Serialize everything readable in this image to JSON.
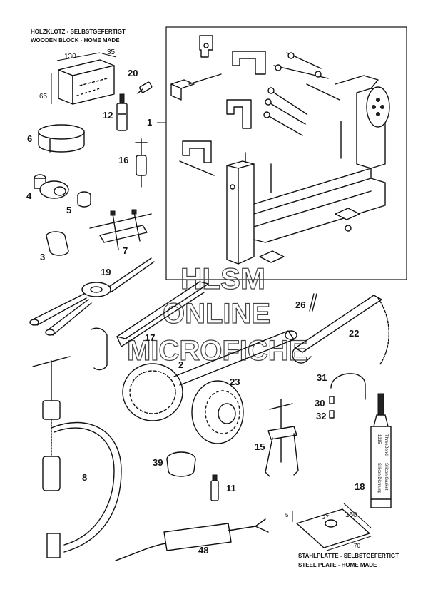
{
  "captions": {
    "wooden_block_de": "HOLZKLOTZ - SELBSTGEFERTIGT",
    "wooden_block_en": "WOODEN BLOCK - HOME MADE",
    "steel_plate_de": "STAHLPLATTE - SELBSTGEFERTIGT",
    "steel_plate_en": "STEEL PLATE - HOME MADE"
  },
  "dimensions": {
    "block_length": "130",
    "block_width": "35",
    "block_height": "65",
    "plate_thickness": "5",
    "plate_hole": "27",
    "plate_length": "150",
    "plate_width": "70"
  },
  "part_numbers": {
    "p1": "1",
    "p2": "2",
    "p3": "3",
    "p4": "4",
    "p5": "5",
    "p6": "6",
    "p7": "7",
    "p8": "8",
    "p11": "11",
    "p12": "12",
    "p15": "15",
    "p16": "16",
    "p17": "17",
    "p18": "18",
    "p19": "19",
    "p20": "20",
    "p22": "22",
    "p23": "23",
    "p26": "26",
    "p30": "30",
    "p31": "31",
    "p32": "32",
    "p39": "39",
    "p48": "48"
  },
  "tube_label": {
    "brand": "ThreeBond",
    "code": "1215",
    "text_a": "Silicon Gasket",
    "text_b": "Silikon Dichtung"
  },
  "watermark": {
    "line1": "HLSM",
    "line2": "ONLINE",
    "line3": "MICROFICHE"
  }
}
